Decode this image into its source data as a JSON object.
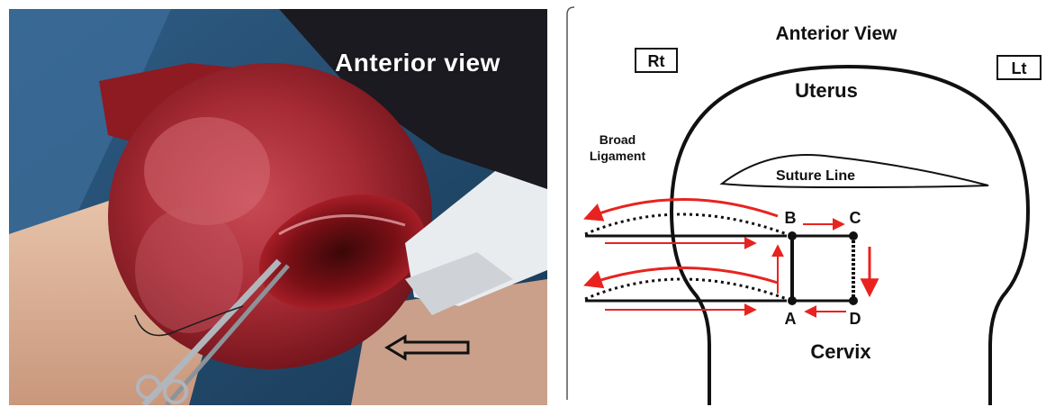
{
  "photo": {
    "view_label": "Anterior view"
  },
  "diagram": {
    "title": "Anterior View",
    "right_label": "Rt",
    "left_label": "Lt",
    "organ_label": "Uterus",
    "ligament_label_line1": "Broad",
    "ligament_label_line2": "Ligament",
    "suture_label": "Suture Line",
    "point_a": "A",
    "point_b": "B",
    "point_c": "C",
    "point_d": "D",
    "cervix_label": "Cervix",
    "arrow_color": "#e8231f"
  }
}
